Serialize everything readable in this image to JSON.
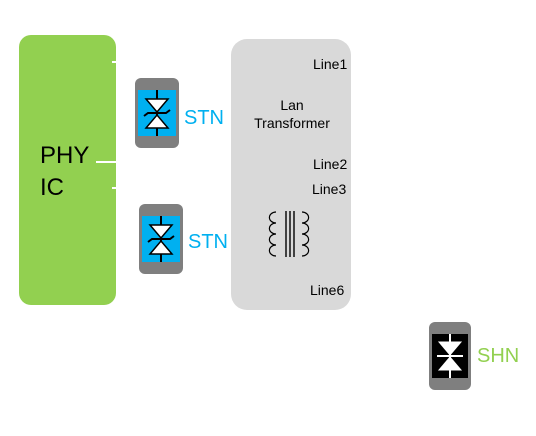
{
  "phy": {
    "line1": "PHY",
    "line2": "IC",
    "color": "#92d050"
  },
  "transformer": {
    "title_line1": "Lan",
    "title_line2": "Transformer",
    "color": "#d9d9d9",
    "lines": [
      "Line1",
      "Line2",
      "Line3",
      "Line6"
    ]
  },
  "devices": [
    {
      "label": "STN",
      "color": "#00b0f0",
      "icon": "tvs-diode-icon"
    },
    {
      "label": "STN",
      "color": "#00b0f0",
      "icon": "tvs-diode-icon"
    },
    {
      "label": "SHN",
      "color": "#92d050",
      "icon": "tvs-diode-icon"
    }
  ]
}
